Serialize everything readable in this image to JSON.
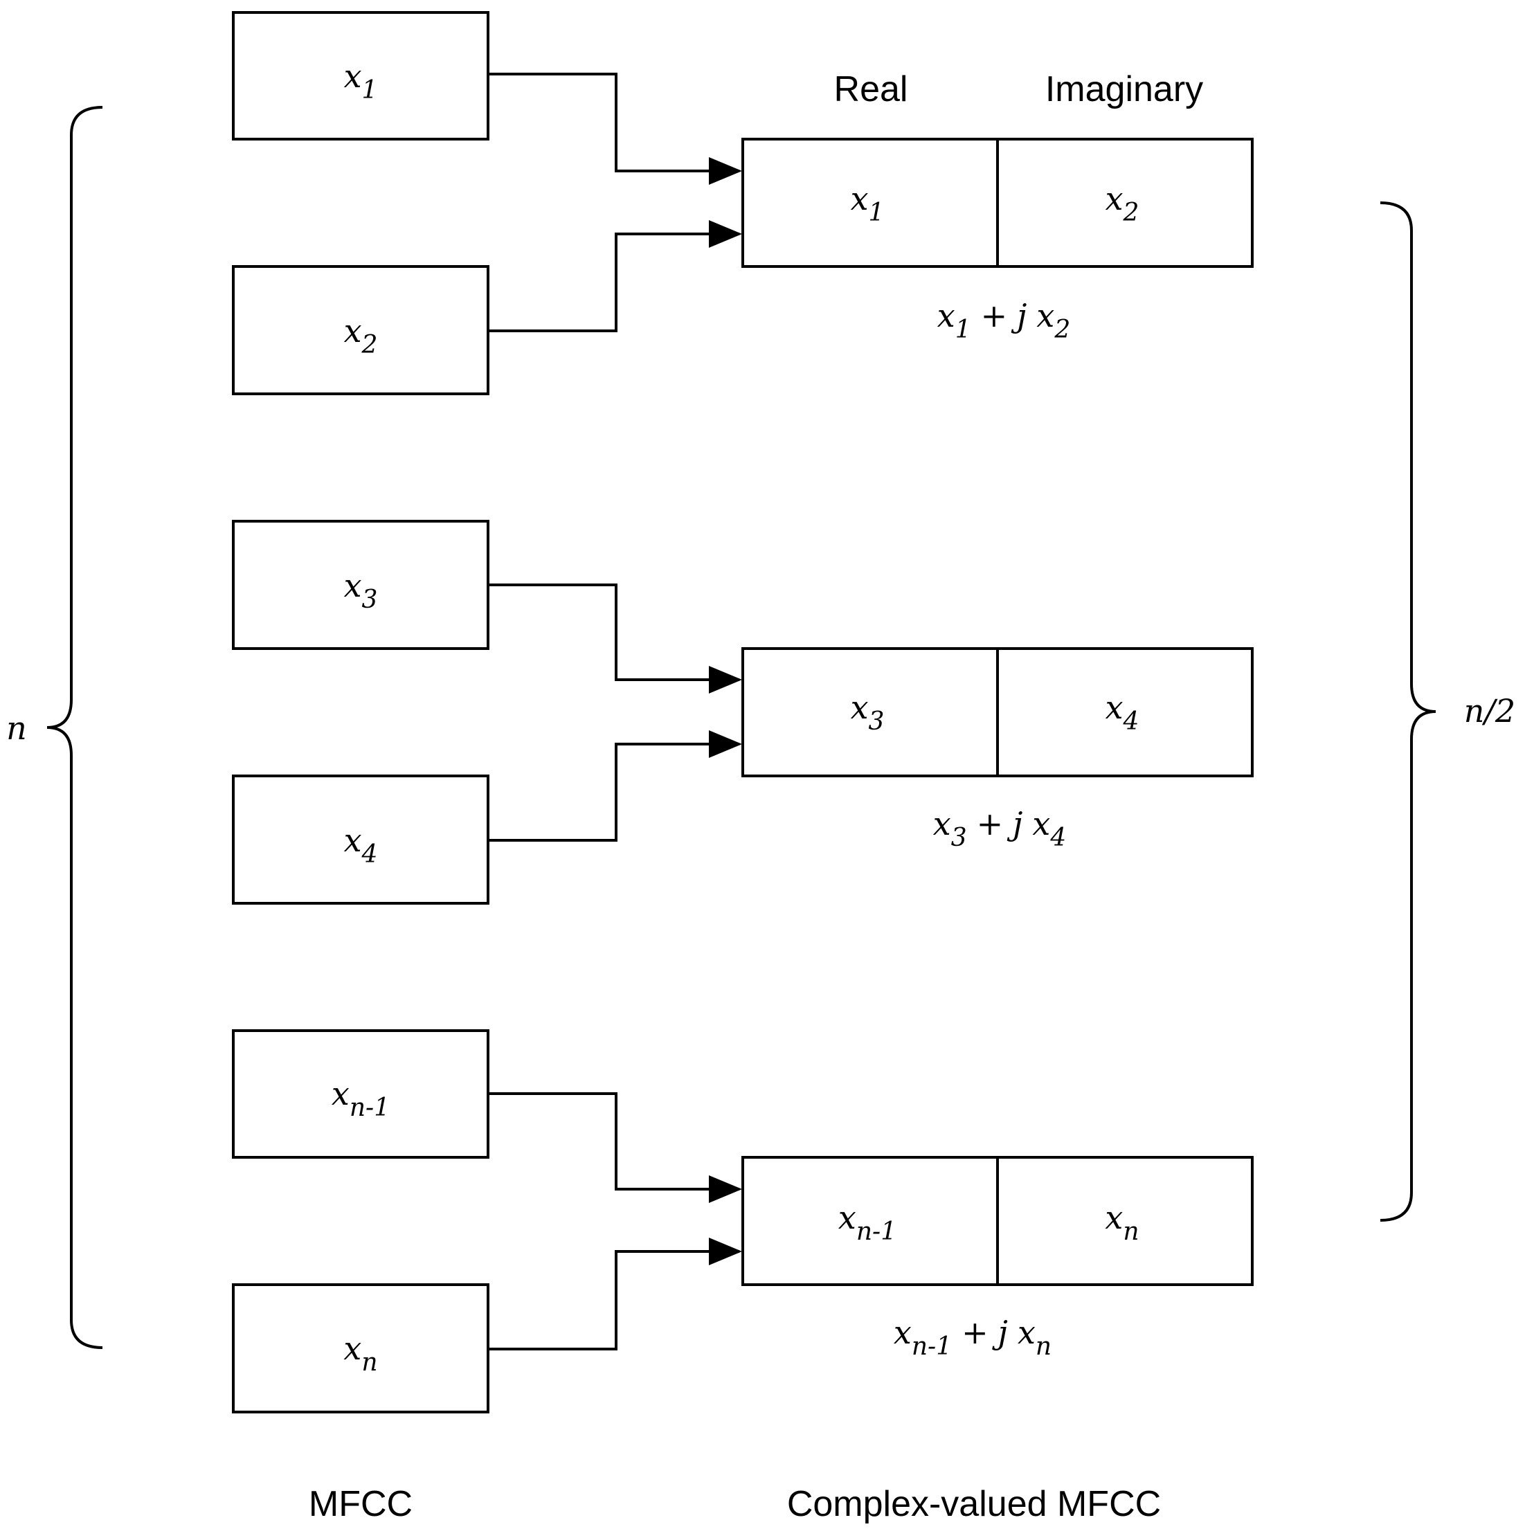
{
  "header": {
    "real_label": "Real",
    "imaginary_label": "Imaginary"
  },
  "inputs": [
    {
      "base": "x",
      "sub": "1"
    },
    {
      "base": "x",
      "sub": "2"
    },
    {
      "base": "x",
      "sub": "3"
    },
    {
      "base": "x",
      "sub": "4"
    },
    {
      "base": "x",
      "sub": "n-1"
    },
    {
      "base": "x",
      "sub": "n"
    }
  ],
  "outputs": [
    {
      "real": {
        "base": "x",
        "sub": "1"
      },
      "imag": {
        "base": "x",
        "sub": "2"
      },
      "formula": {
        "a_base": "x",
        "a_sub": "1",
        "op": "+",
        "j": "j",
        "b_base": "x",
        "b_sub": "2"
      }
    },
    {
      "real": {
        "base": "x",
        "sub": "3"
      },
      "imag": {
        "base": "x",
        "sub": "4"
      },
      "formula": {
        "a_base": "x",
        "a_sub": "3",
        "op": "+",
        "j": "j",
        "b_base": "x",
        "b_sub": "4"
      }
    },
    {
      "real": {
        "base": "x",
        "sub": "n-1"
      },
      "imag": {
        "base": "x",
        "sub": "n"
      },
      "formula": {
        "a_base": "x",
        "a_sub": "n-1",
        "op": "+",
        "j": "j",
        "b_base": "x",
        "b_sub": "n"
      }
    }
  ],
  "braces": {
    "left_label": "n",
    "right_label": "n/2"
  },
  "footer": {
    "left_caption": "MFCC",
    "right_caption": "Complex-valued MFCC"
  }
}
